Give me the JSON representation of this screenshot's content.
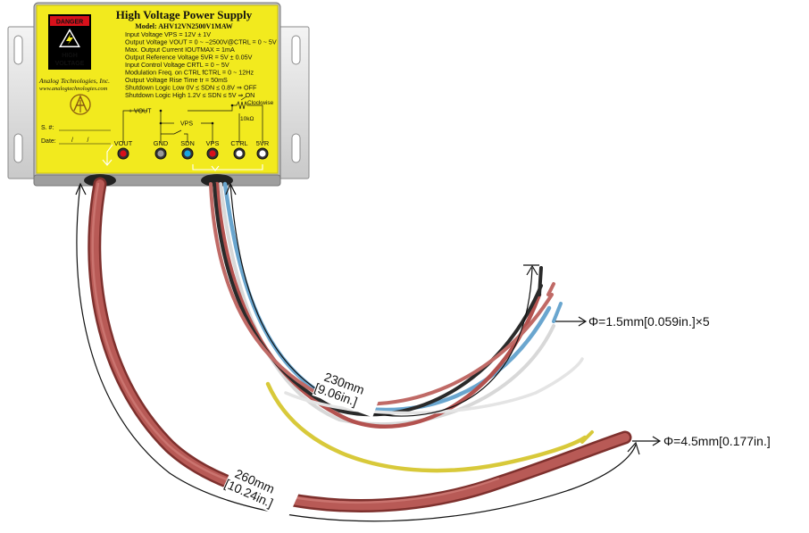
{
  "label": {
    "danger": "DANGER",
    "high": "HIGH",
    "voltage": "VOLTAGE",
    "title": "High Voltage Power Supply",
    "model": "Model: AHV12VN2500V1MAW",
    "company": "Analog Technologies, Inc.",
    "website": "www.analogtechnologies.com",
    "serial": "S. #:",
    "date": "Date:",
    "date_slashes": "/        /"
  },
  "specs": [
    "Input Voltage VPS = 12V ± 1V",
    "Output Voltage VOUT = 0 ~ −2500V@CTRL = 0 ~ 5V",
    "Max. Output Current IOUTMAX = 1mA",
    "Output Reference Voltage 5VR = 5V ± 0.05V",
    "Input Control Voltage CRTL = 0 ~ 5V",
    "Modulation Freq. on CTRL fCTRL = 0 ~ 12Hz",
    "Output Voltage Rise Time tr = 50mS",
    "Shutdown Logic Low 0V ≤ SDN ≤ 0.8V ⇒ OFF",
    "Shutdown Logic High 1.2V ≤ SDN ≤ 5V ⇒ ON"
  ],
  "schematic": {
    "vout": "+ VOUT",
    "vps": "VPS",
    "clockwise": "Clockwise",
    "resistor": "10kΩ"
  },
  "pins": [
    {
      "label": "VOUT",
      "color": "#d8111b"
    },
    {
      "label": "GND",
      "color": "#9a9a9a"
    },
    {
      "label": "SDN",
      "color": "#1aa6de"
    },
    {
      "label": "VPS",
      "color": "#d8111b"
    },
    {
      "label": "CTRL",
      "color": "#ffffff"
    },
    {
      "label": "5VR",
      "color": "#ffffff"
    }
  ],
  "dimensions": {
    "thin_length_mm": "230mm",
    "thin_length_in": "[9.06in.]",
    "thick_length_mm": "260mm",
    "thick_length_in": "[10.24in.]",
    "thin_diameter": "Φ=1.5mm[0.059in.]×5",
    "thick_diameter": "Φ=4.5mm[0.177in.]"
  },
  "colors": {
    "label_yellow": "#f2ea1e",
    "cable_red": "#b3524f",
    "wire_blue": "#6aa6cf",
    "wire_yellow": "#d8c93a",
    "wire_black": "#2a2a2a"
  }
}
